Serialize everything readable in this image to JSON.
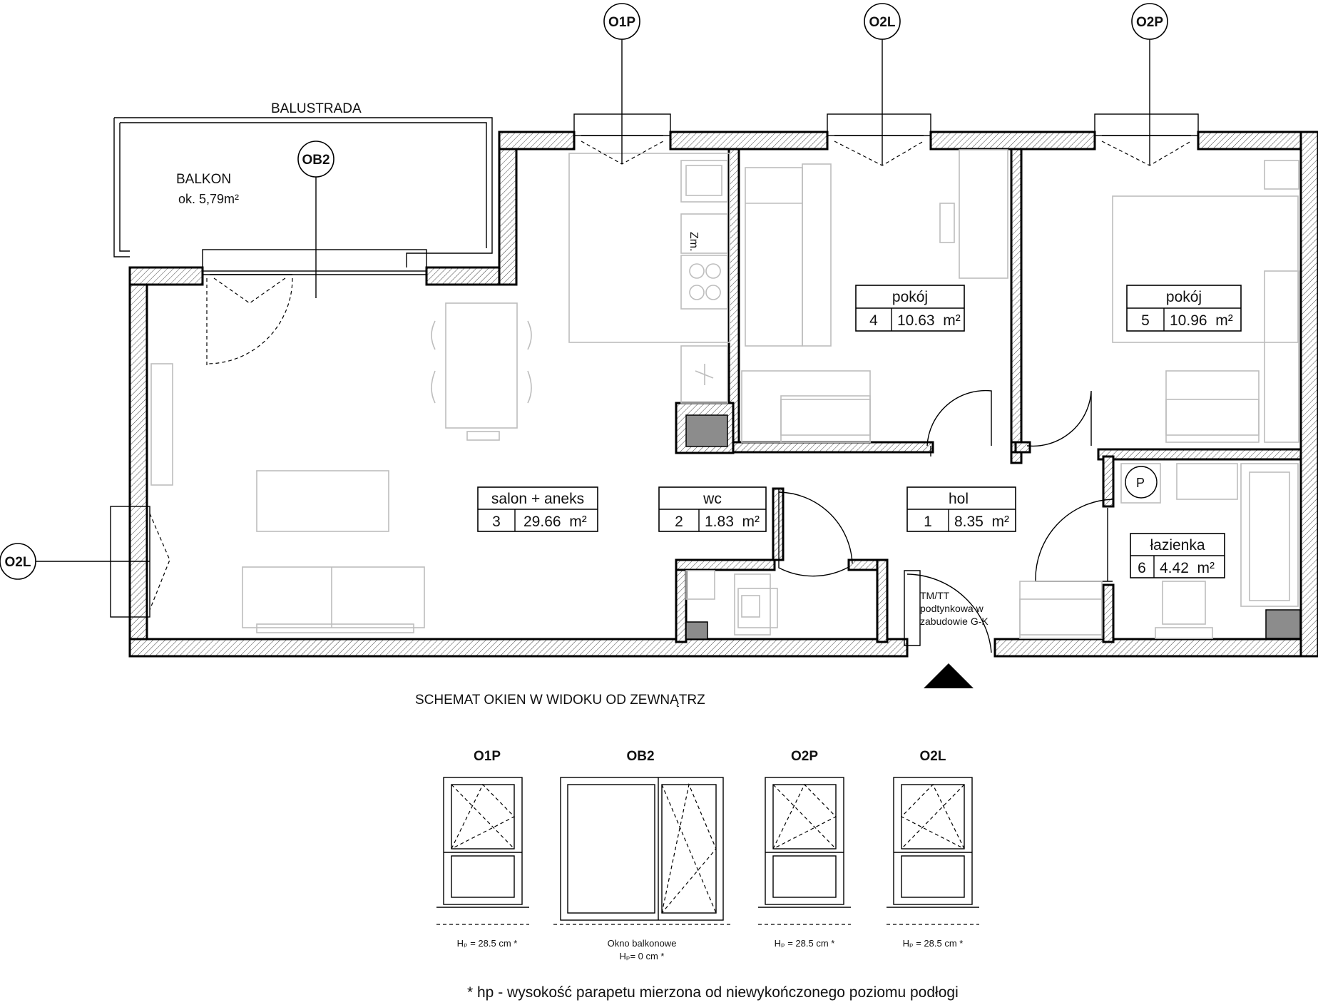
{
  "markers": {
    "top": [
      "O1P",
      "O2L",
      "O2P"
    ],
    "left": "O2L",
    "balcony_door": "OB2"
  },
  "balcony": {
    "railing": "BALUSTRADA",
    "name": "BALKON",
    "area": "ok. 5,79m²"
  },
  "rooms": [
    {
      "name": "salon + aneks",
      "number": "3",
      "area": "29.66  m²"
    },
    {
      "name": "wc",
      "number": "2",
      "area": "1.83  m²"
    },
    {
      "name": "hol",
      "number": "1",
      "area": "8.35  m²"
    },
    {
      "name": "pokój",
      "number": "4",
      "area": "10.63  m²"
    },
    {
      "name": "pokój",
      "number": "5",
      "area": "10.96  m²"
    },
    {
      "name": "łazienka",
      "number": "6",
      "area": "4.42  m²"
    }
  ],
  "fixtures": {
    "fridge": "Zm.",
    "washer": "P",
    "riser_note": [
      "TM/TT",
      "podtynkowa w",
      "zabudowie G-K"
    ]
  },
  "schema": {
    "title": "SCHEMAT OKIEN W WIDOKU OD ZEWNĄTRZ",
    "windows": [
      {
        "label": "O1P",
        "note1": "Hₚ = 28.5 cm *",
        "note2": ""
      },
      {
        "label": "OB2",
        "note1": "Okno balkonowe",
        "note2": "Hₚ= 0 cm *"
      },
      {
        "label": "O2P",
        "note1": "Hₚ = 28.5 cm *",
        "note2": ""
      },
      {
        "label": "O2L",
        "note1": "Hₚ = 28.5 cm *",
        "note2": ""
      }
    ],
    "footnote": "* hp - wysokość parapetu mierzona od niewykończonego poziomu podłogi"
  }
}
